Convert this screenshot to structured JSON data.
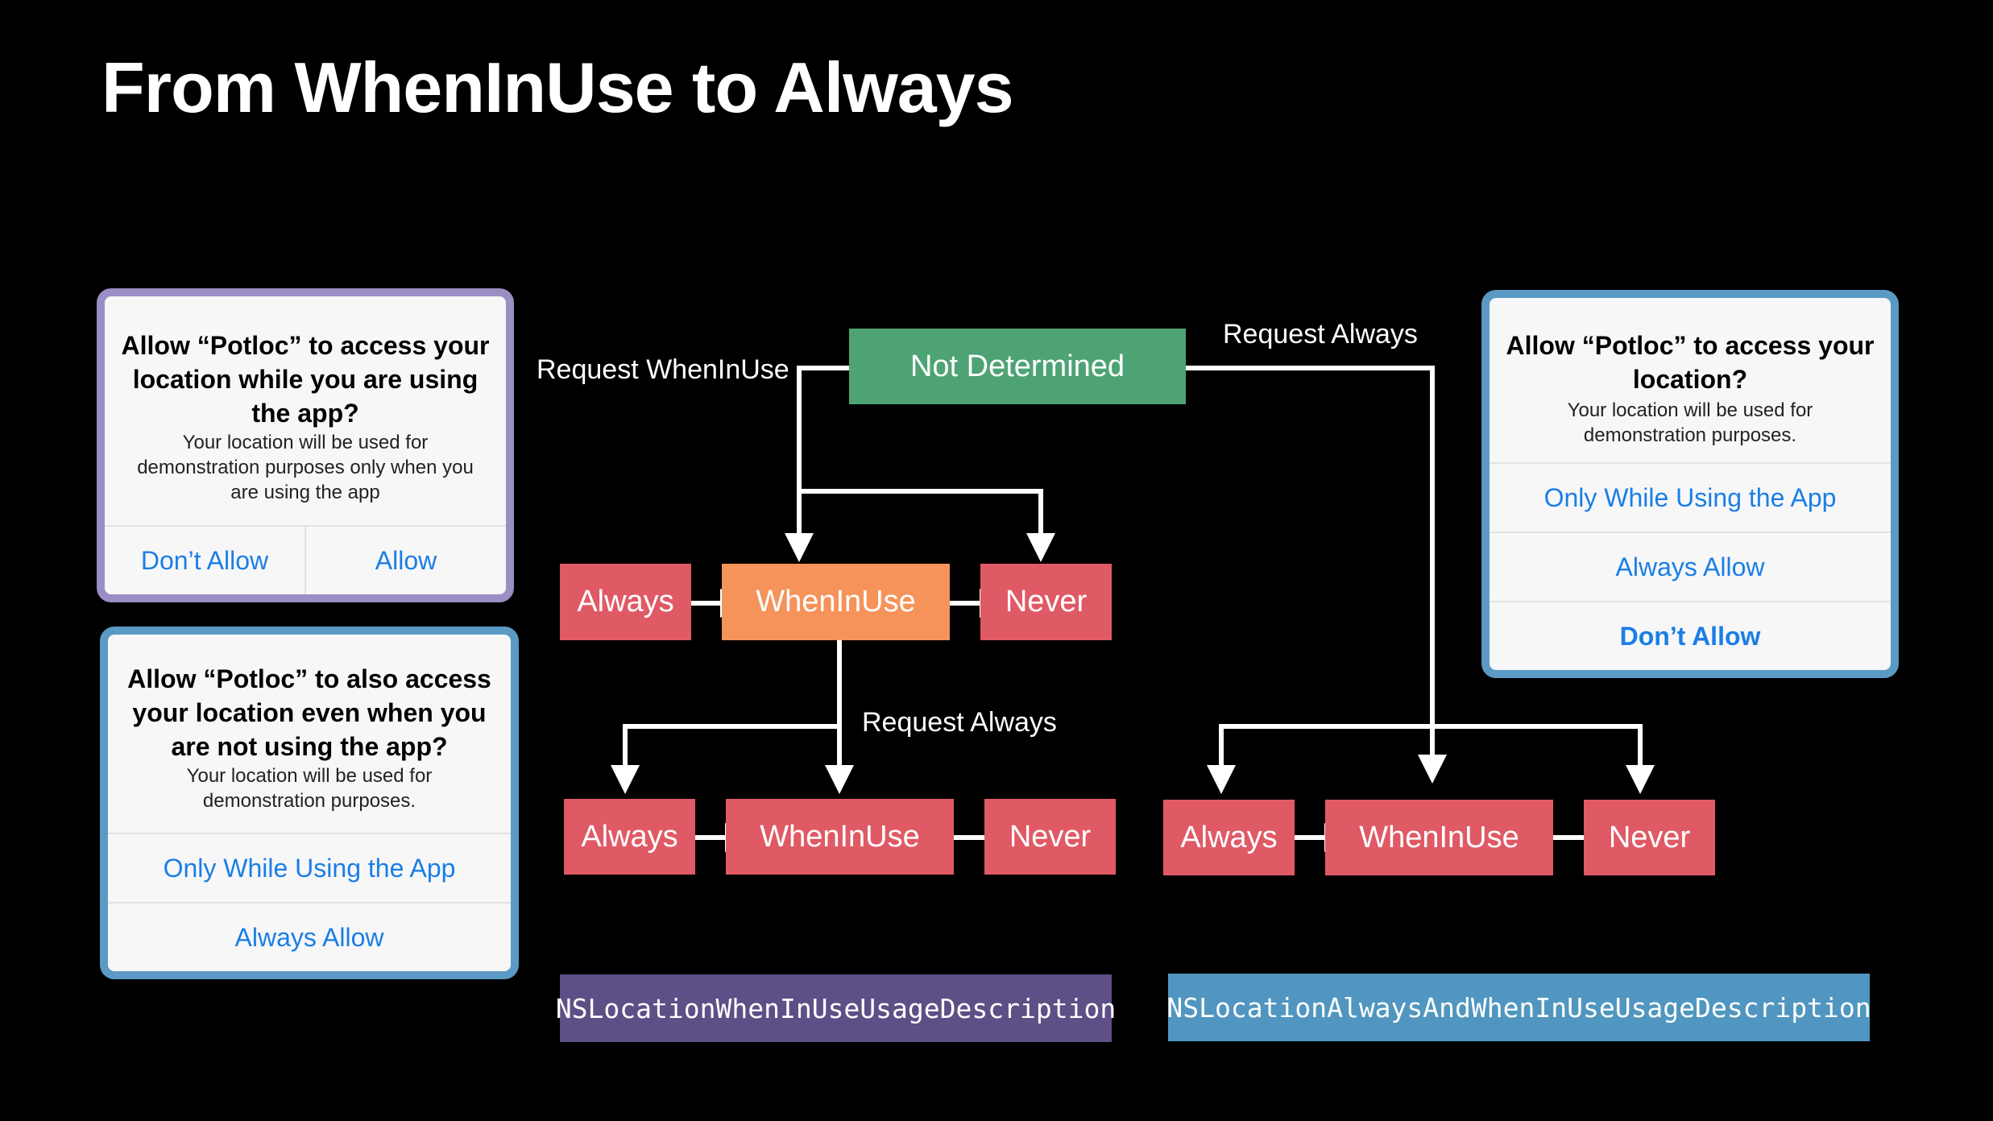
{
  "title": "From WhenInUse to Always",
  "alert_wheninuse": {
    "heading": "Allow “Potloc” to access your location while you are using the app?",
    "message": "Your location will be used for demonstration purposes only when you are using the app",
    "buttons": [
      "Don’t Allow",
      "Allow"
    ],
    "border_color": "#9b8ec4"
  },
  "alert_upgrade": {
    "heading": "Allow “Potloc” to also access your location even when you are not using the app?",
    "message": "Your location will be used for demonstration purposes.",
    "buttons": [
      "Only While Using the App",
      "Always Allow"
    ],
    "border_color": "#5b9ac4"
  },
  "alert_always": {
    "heading": "Allow “Potloc” to access your location?",
    "message": "Your location will be used for demonstration purposes.",
    "buttons": [
      "Only While Using the App",
      "Always Allow",
      "Don’t Allow"
    ],
    "border_color": "#5b9ac4"
  },
  "diagram": {
    "root": "Not Determined",
    "label_request_wheninuse": "Request WhenInUse",
    "label_request_always_top": "Request Always",
    "label_request_always_mid": "Request Always",
    "row1": [
      "Always",
      "WhenInUse",
      "Never"
    ],
    "row2_left": [
      "Always",
      "WhenInUse",
      "Never"
    ],
    "row2_right": [
      "Always",
      "WhenInUse",
      "Never"
    ],
    "key_wheninuse": "NSLocationWhenInUseUsageDescription",
    "key_always": "NSLocationAlwaysAndWhenInUseUsageDescription"
  },
  "colors": {
    "state_red": "#e05a66",
    "state_orange": "#f5935a",
    "root_green": "#4ea374",
    "key_purple": "#5e4f86",
    "key_blue": "#5096c0",
    "link_blue": "#1a7ee6"
  }
}
